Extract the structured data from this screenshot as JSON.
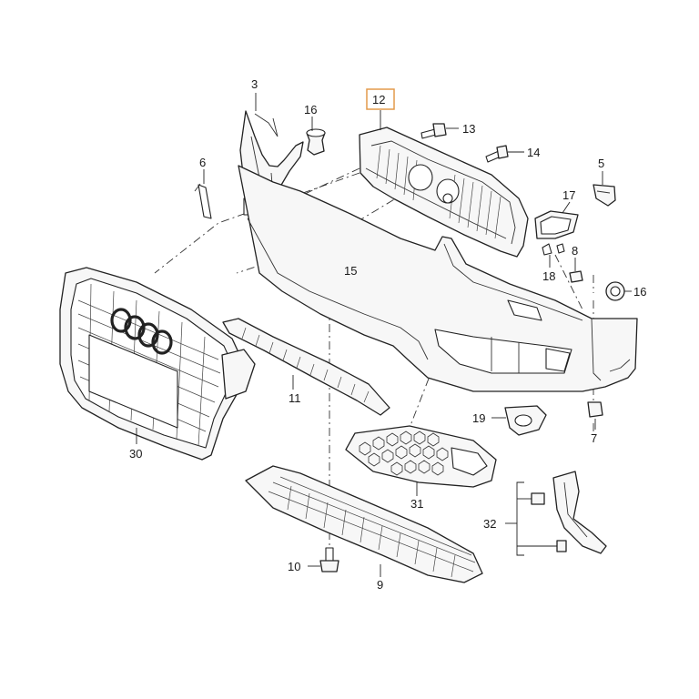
{
  "parts": {
    "p3": "3",
    "p6": "6",
    "p16a": "16",
    "p12": "12",
    "p13": "13",
    "p14": "14",
    "p5": "5",
    "p17": "17",
    "p8": "8",
    "p18": "18",
    "p16b": "16",
    "p15": "15",
    "p11": "11",
    "p30": "30",
    "p10": "10",
    "p9": "9",
    "p31": "31",
    "p19": "19",
    "p7": "7",
    "p32": "32"
  },
  "colors": {
    "highlight_box": "#e39a4b",
    "line": "#222222"
  },
  "icons": [
    "audi-rings-emblem"
  ]
}
